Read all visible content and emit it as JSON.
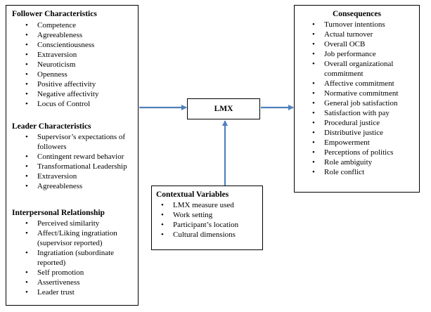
{
  "follower": {
    "heading": "Follower Characteristics",
    "items": [
      "Competence",
      "Agreeableness",
      "Conscientiousness",
      "Extraversion",
      "Neuroticism",
      "Openness",
      "Positive affectivity",
      "Negative affectivity",
      "Locus of Control"
    ]
  },
  "leader": {
    "heading": "Leader Characteristics",
    "items": [
      "Supervisor’s expectations of followers",
      "Contingent reward behavior",
      "Transformational Leadership",
      "Extraversion",
      "Agreeableness"
    ]
  },
  "interpersonal": {
    "heading": "Interpersonal Relationship",
    "items": [
      "Perceived similarity",
      "Affect/Liking ingratiation (supervisor reported)",
      "Ingratiation (subordinate reported)",
      "Self promotion",
      "Assertiveness",
      "Leader trust"
    ]
  },
  "lmx": {
    "label": "LMX"
  },
  "contextual": {
    "heading": "Contextual Variables",
    "items": [
      "LMX measure used",
      "Work setting",
      "Participant’s location",
      "Cultural dimensions"
    ]
  },
  "consequences": {
    "heading": "Consequences",
    "items": [
      "Turnover intentions",
      "Actual turnover",
      "Overall OCB",
      "Job performance",
      "Overall organizational commitment",
      "Affective commitment",
      "Normative commitment",
      "General job satisfaction",
      "Satisfaction with pay",
      "Procedural justice",
      "Distributive justice",
      "Empowerment",
      "Perceptions of politics",
      "Role ambiguity",
      "Role conflict"
    ]
  },
  "colors": {
    "arrow": "#4f81bd",
    "border": "#000000"
  }
}
